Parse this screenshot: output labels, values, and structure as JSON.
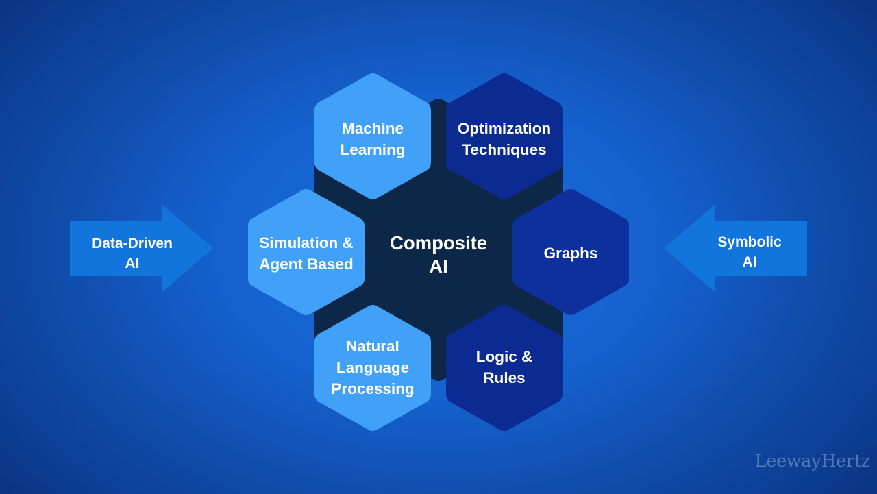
{
  "diagram": {
    "type": "hexagon-cluster-infographic",
    "center_hexagon": {
      "id": "composite-ai",
      "lines": [
        "Composite",
        "AI"
      ]
    },
    "hexagons": [
      {
        "id": "machine-learning",
        "lines": [
          "Machine",
          "Learning"
        ],
        "tone": "light"
      },
      {
        "id": "optimization-techniques",
        "lines": [
          "Optimization",
          "Techniques"
        ],
        "tone": "navy"
      },
      {
        "id": "simulation-agent-based",
        "lines": [
          "Simulation &",
          "Agent Based"
        ],
        "tone": "light"
      },
      {
        "id": "graphs",
        "lines": [
          "Graphs"
        ],
        "tone": "navy"
      },
      {
        "id": "natural-language-processing",
        "lines": [
          "Natural",
          "Language",
          "Processing"
        ],
        "tone": "light"
      },
      {
        "id": "logic-rules",
        "lines": [
          "Logic &",
          "Rules"
        ],
        "tone": "navy"
      }
    ],
    "arrows": {
      "left": {
        "lines": [
          "Data-Driven",
          "AI"
        ],
        "points_to": "right"
      },
      "right": {
        "lines": [
          "Symbolic",
          "AI"
        ],
        "points_to": "left"
      }
    },
    "watermark": "LeewayHertz"
  },
  "colors": {
    "background_center": "#1B6CDE",
    "background_edge": "#0B3583",
    "core_dark": "#0C2747",
    "light_hex": "#41A0F8",
    "navy_hex": "#0B2B92",
    "navy_hex_bright": "#0D309C",
    "arrow": "#1175DC",
    "text": "#FFFFFF",
    "watermark": "#9FB4D9"
  }
}
